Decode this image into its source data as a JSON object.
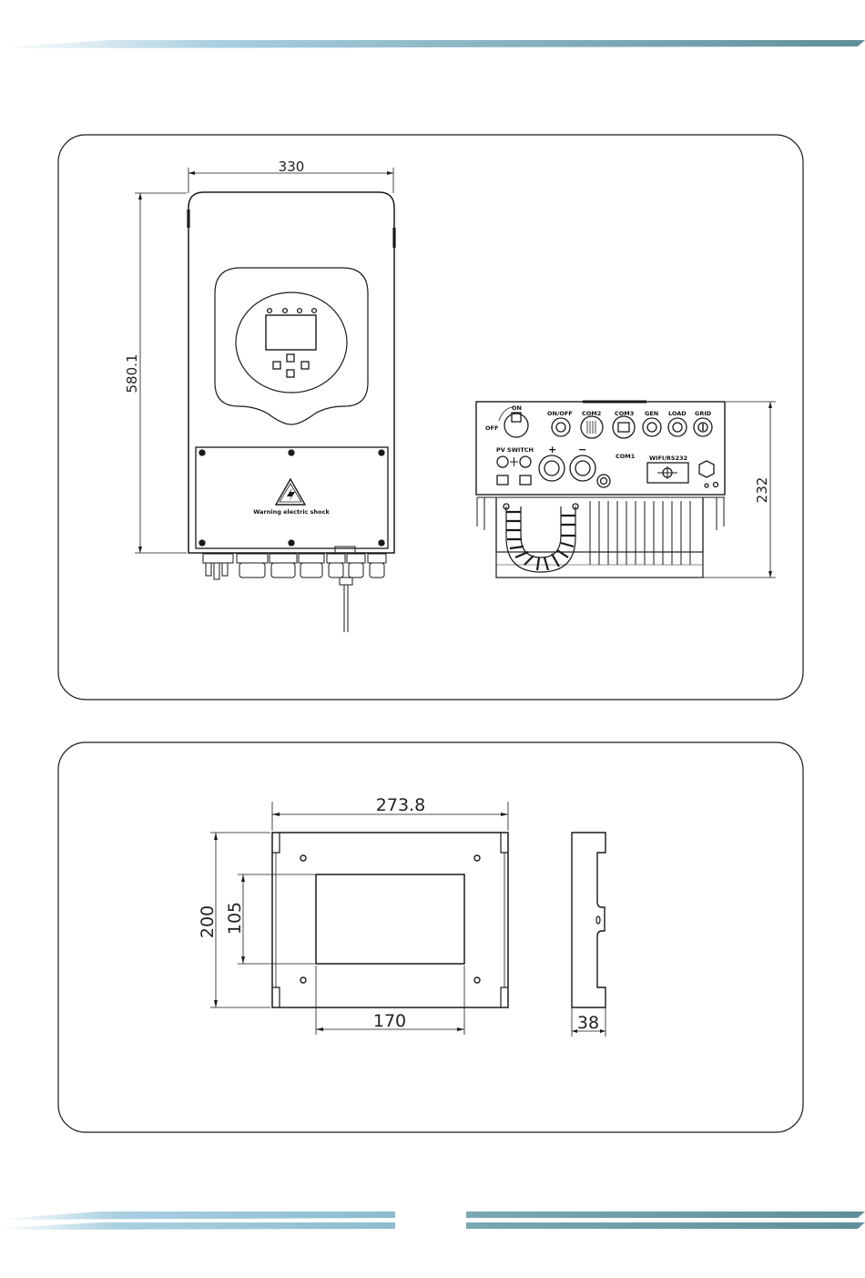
{
  "colors": {
    "band_light": "#a9cfe0",
    "band_dark": "#5f8f99",
    "line": "#1a1a1a"
  },
  "front_view": {
    "width_dim": "330",
    "height_dim": "580.1",
    "warning_text": "Warning electric shock"
  },
  "bottom_view": {
    "depth_dim": "232",
    "labels": {
      "on": "ON",
      "off": "OFF",
      "onoff": "ON/OFF",
      "com2": "COM2",
      "com3": "COM3",
      "gen": "GEN",
      "load": "LOAD",
      "grid": "GRID",
      "pv_switch": "PV SWITCH",
      "com1": "COM1",
      "wifi": "WIFI/RS232",
      "plus": "+",
      "minus": "−"
    }
  },
  "bracket_view": {
    "width_dim": "273.8",
    "height_dim": "200",
    "inner_height_dim": "105",
    "inner_width_dim": "170",
    "thickness_dim": "38"
  }
}
